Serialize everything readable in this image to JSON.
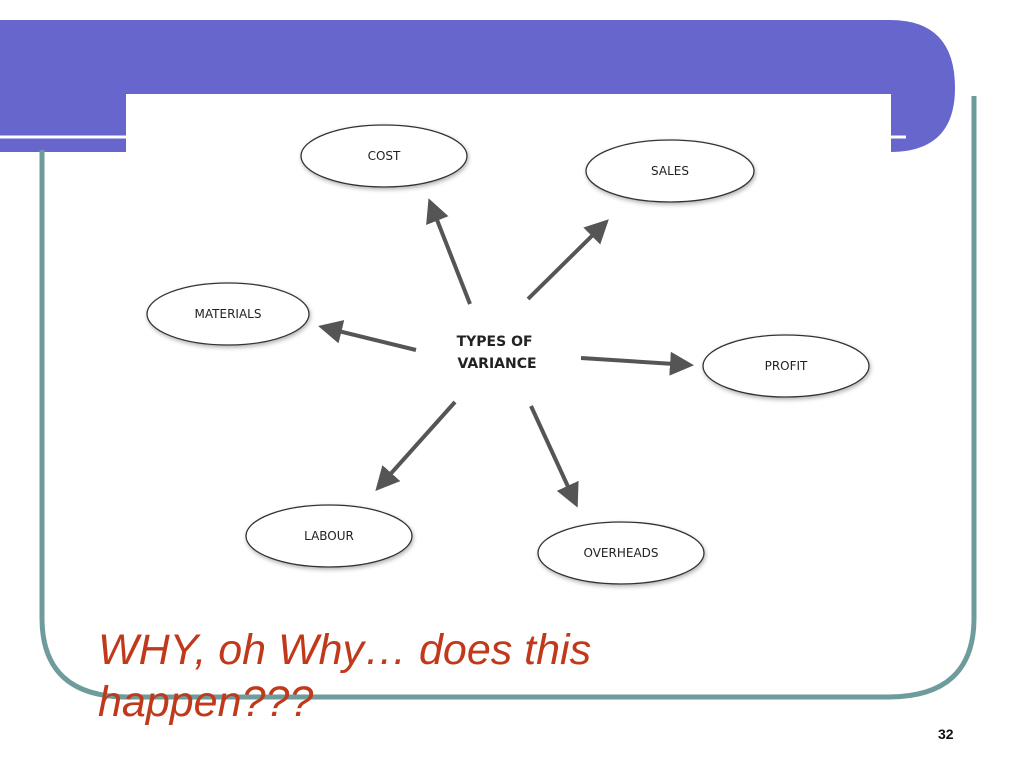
{
  "diagram": {
    "center": [
      "TYPES OF",
      "VARIANCE"
    ],
    "nodes": {
      "cost": "COST",
      "sales": "SALES",
      "materials": "MATERIALS",
      "profit": "PROFIT",
      "labour": "LABOUR",
      "overheads": "OVERHEADS"
    }
  },
  "caption": "WHY, oh Why… does this happen???",
  "page_number": "32",
  "colors": {
    "header_bar": "#6666cc",
    "frame_border": "#6e9b9b",
    "caption": "#c0391b",
    "arrow": "#555555"
  }
}
